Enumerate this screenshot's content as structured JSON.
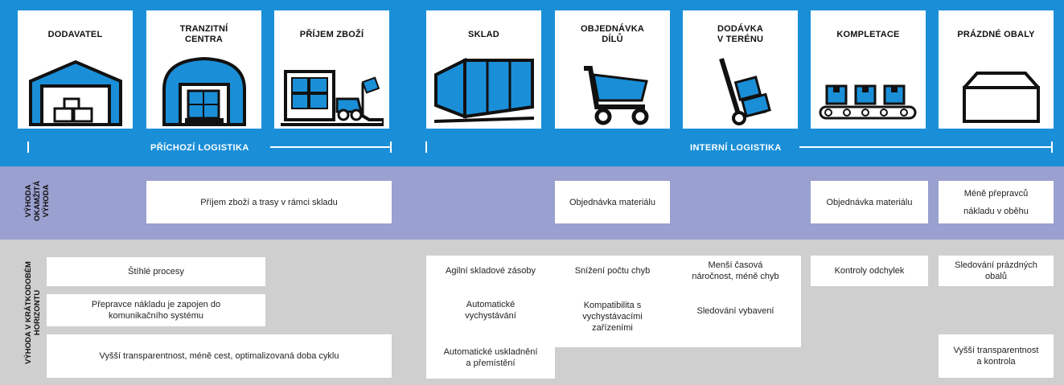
{
  "stages": [
    {
      "id": "dodavatel",
      "title": "DODAVATEL",
      "icon": "warehouse-with-boxes-icon"
    },
    {
      "id": "tranzitni",
      "title": "TRANZITNÍ\nCENTRA",
      "icon": "transit-hangar-icon"
    },
    {
      "id": "prijem",
      "title": "PŘÍJEM ZBOŽÍ",
      "icon": "goods-receipt-forklift-icon"
    },
    {
      "id": "sklad",
      "title": "SKLAD",
      "icon": "storage-container-icon"
    },
    {
      "id": "objednavka",
      "title": "OBJEDNÁVKA\nDÍLŮ",
      "icon": "shopping-cart-icon"
    },
    {
      "id": "dodavka",
      "title": "DODÁVKA\nV TERÉNU",
      "icon": "hand-truck-icon"
    },
    {
      "id": "kompletace",
      "title": "KOMPLETACE",
      "icon": "conveyor-belt-icon"
    },
    {
      "id": "prazdne",
      "title": "PRÁZDNÉ OBALY",
      "icon": "empty-box-icon"
    }
  ],
  "sections": {
    "inbound": "PŘÍCHOZÍ LOGISTIKA",
    "internal": "INTERNÍ LOGISTIKA"
  },
  "rows": {
    "immediate": "VÝHODA OKAMŽITÁ\nVÝHODA",
    "shortterm": "VÝHODA V KRÁTKODOBÉM\nHORIZONTU"
  },
  "immediate_boxes": {
    "prijem_trasy": "Příjem zboží a trasy v rámci skladu",
    "objednavka_material": "Objednávka materiálu",
    "kompletace_material": "Objednávka materiálu",
    "mene_prepravcu": "Méně přepravců\nnákladu v oběhu"
  },
  "shortterm_boxes": {
    "stihle": "Štíhlé procesy",
    "prepravce": "Přepravce nákladu je zapojen do\nkomunikačního systému",
    "vyssi_transparentnost": "Vyšší transparentnost, méně cest, optimalizovaná doba cyklu",
    "agilni": "Agilní skladové zásoby",
    "auto_vychystavani": "Automatické\nvychystávání",
    "auto_uskladneni": "Automatické uskladnění\na přemístění",
    "snizeni": "Snížení počtu chyb",
    "kompatibilita": "Kompatibilita s\nvychystávacími\nzařízeními",
    "mensi_casova": "Menší časová\nnáročnost, méně chyb",
    "sledovani_vybaveni": "Sledování vybavení",
    "kontroly": "Kontroly odchylek",
    "sledovani_obalu": "Sledování prázdných\nobalů",
    "vyssi_kontrola": "Vyšší transparentnost\na kontrola"
  },
  "colors": {
    "blue": "#1a8fd8",
    "lavender": "#9aa0cf",
    "grey": "#cfcfcf",
    "icon_fill": "#1a8fd8",
    "icon_stroke": "#111111"
  }
}
